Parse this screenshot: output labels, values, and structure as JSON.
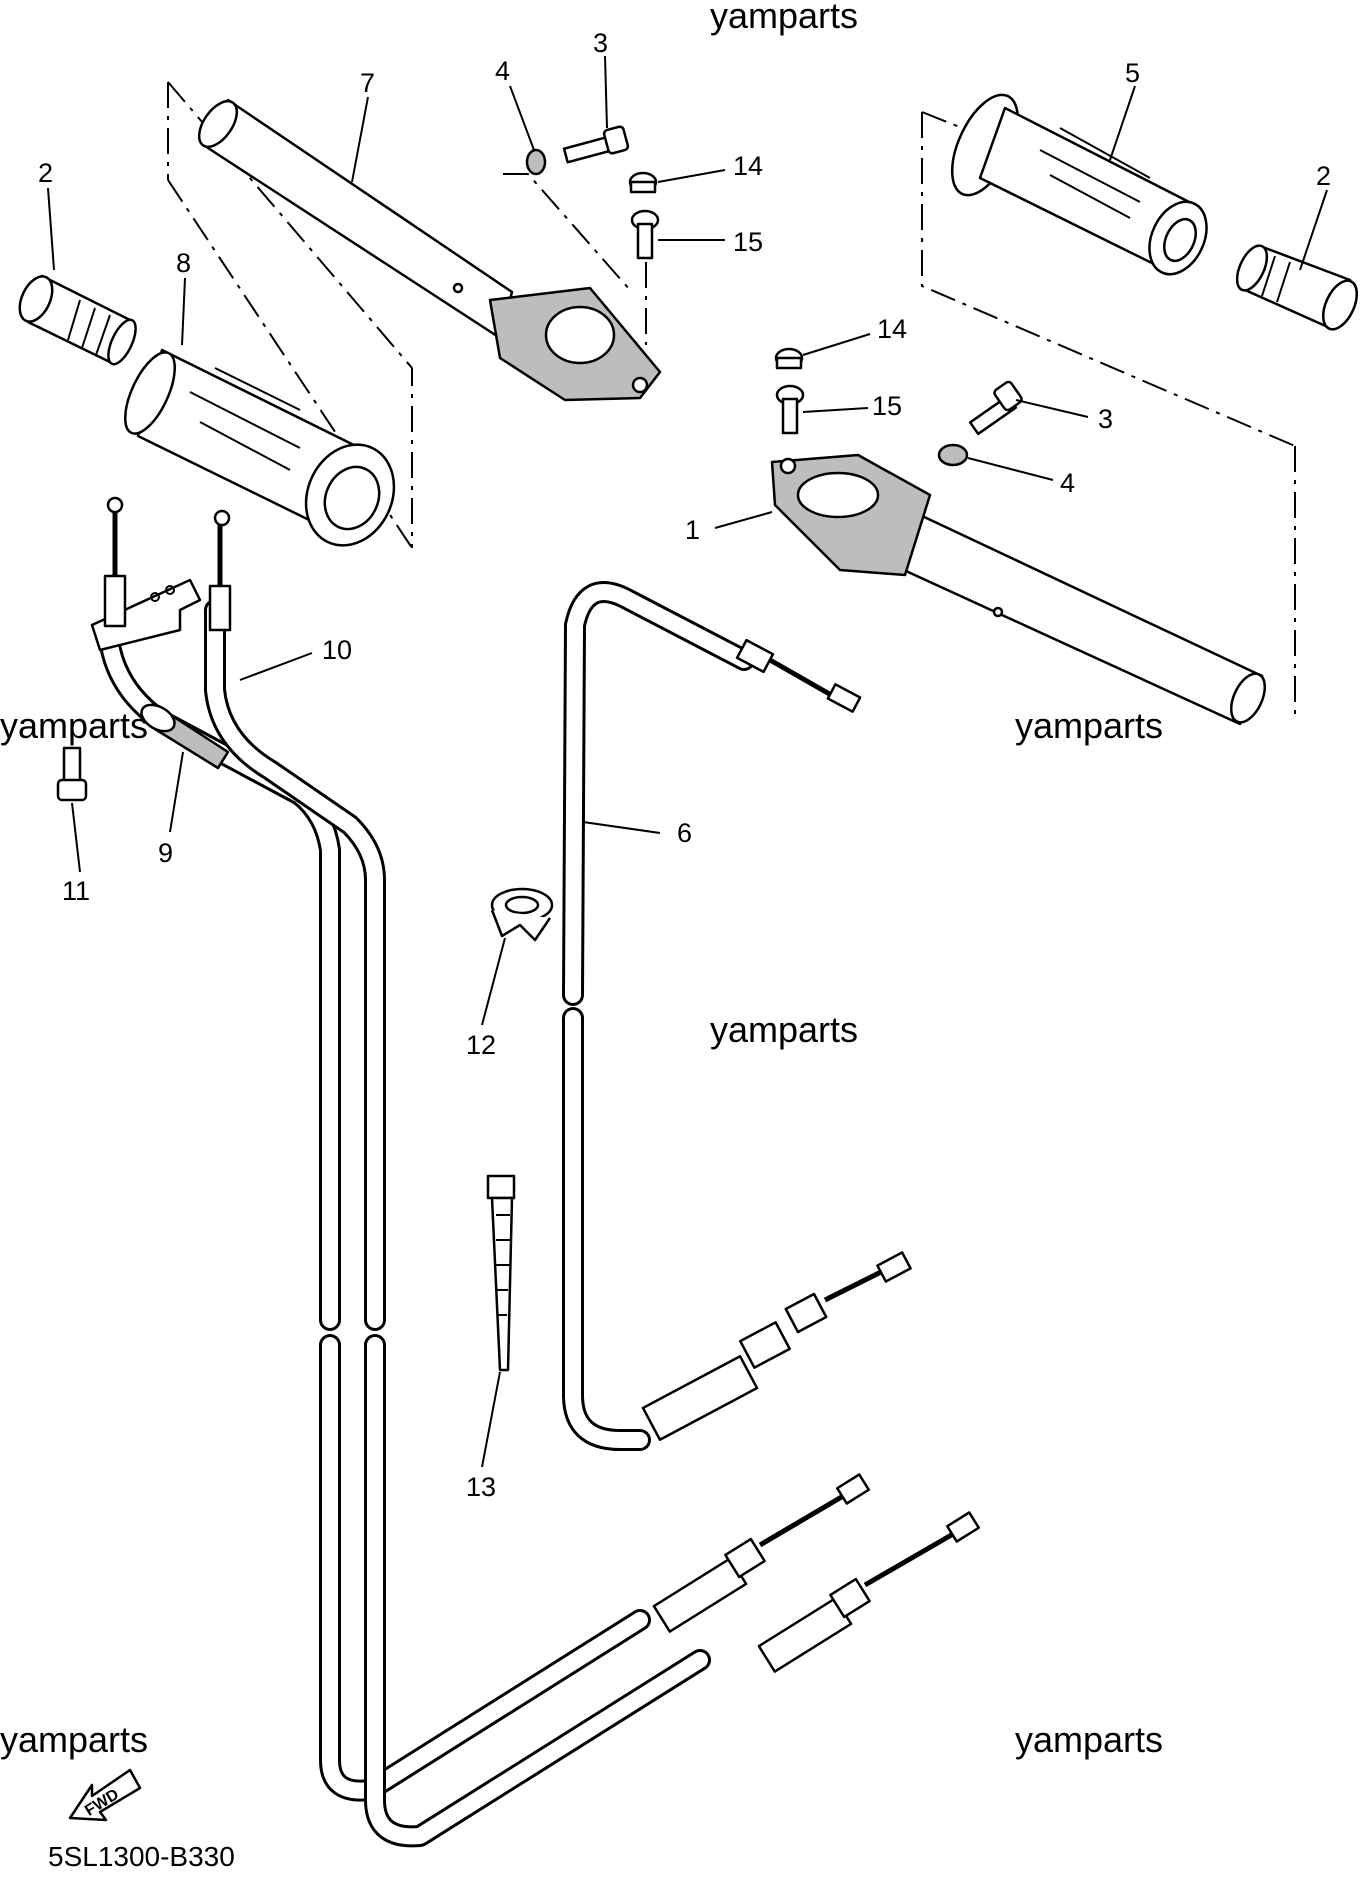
{
  "watermarks": [
    "yamparts",
    "yamparts",
    "yamparts",
    "yamparts",
    "yamparts",
    "yamparts"
  ],
  "callouts": [
    "3",
    "4",
    "7",
    "5",
    "2",
    "2",
    "14",
    "15",
    "8",
    "14",
    "15",
    "3",
    "4",
    "1",
    "10",
    "6",
    "9",
    "11",
    "12",
    "13"
  ],
  "fwd_label": "FWD",
  "diagram_code": "5SL1300-B330"
}
